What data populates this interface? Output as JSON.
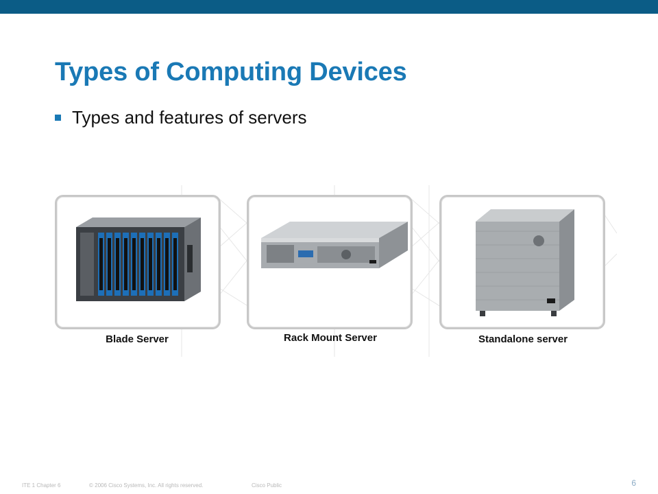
{
  "slide": {
    "title": "Types of Computing Devices",
    "bullets": [
      "Types and features of servers"
    ]
  },
  "figure": {
    "captions": [
      "Blade Server",
      "Rack Mount Server",
      "Standalone server"
    ]
  },
  "footer": {
    "course": "ITE 1 Chapter 6",
    "copyright": "© 2006 Cisco Systems, Inc. All rights reserved.",
    "classification": "Cisco Public",
    "page_number": "6"
  },
  "colors": {
    "top_bar": "#0b5c86",
    "title": "#1a79b5",
    "bullet": "#1a79b5"
  }
}
